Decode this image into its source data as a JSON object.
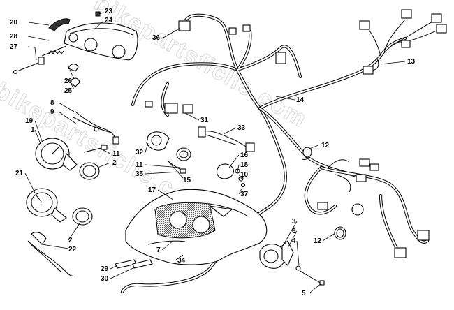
{
  "watermark": "bikepartsfiche.com",
  "callouts": [
    {
      "id": "c20",
      "text": "20"
    },
    {
      "id": "c23",
      "text": "23"
    },
    {
      "id": "c24",
      "text": "24"
    },
    {
      "id": "c28",
      "text": "28"
    },
    {
      "id": "c27",
      "text": "27"
    },
    {
      "id": "c26",
      "text": "26"
    },
    {
      "id": "c25",
      "text": "25"
    },
    {
      "id": "c36",
      "text": "36"
    },
    {
      "id": "c13",
      "text": "13"
    },
    {
      "id": "c14",
      "text": "14"
    },
    {
      "id": "c31",
      "text": "31"
    },
    {
      "id": "c33",
      "text": "33"
    },
    {
      "id": "c8",
      "text": "8"
    },
    {
      "id": "c9",
      "text": "9"
    },
    {
      "id": "c19",
      "text": "19"
    },
    {
      "id": "c1",
      "text": "1"
    },
    {
      "id": "c11a",
      "text": "11"
    },
    {
      "id": "c2a",
      "text": "2"
    },
    {
      "id": "c21",
      "text": "21"
    },
    {
      "id": "c32",
      "text": "32"
    },
    {
      "id": "c11b",
      "text": "11"
    },
    {
      "id": "c35",
      "text": "35"
    },
    {
      "id": "c15",
      "text": "15"
    },
    {
      "id": "c16",
      "text": "16"
    },
    {
      "id": "c18",
      "text": "18"
    },
    {
      "id": "c10",
      "text": "10"
    },
    {
      "id": "c37",
      "text": "37"
    },
    {
      "id": "c12a",
      "text": "12"
    },
    {
      "id": "c17",
      "text": "17"
    },
    {
      "id": "c2b",
      "text": "2"
    },
    {
      "id": "c22",
      "text": "22"
    },
    {
      "id": "c7",
      "text": "7"
    },
    {
      "id": "c29",
      "text": "29"
    },
    {
      "id": "c30",
      "text": "30"
    },
    {
      "id": "c34",
      "text": "34"
    },
    {
      "id": "c3",
      "text": "3"
    },
    {
      "id": "c6",
      "text": "6"
    },
    {
      "id": "c4",
      "text": "4"
    },
    {
      "id": "c12b",
      "text": "12"
    },
    {
      "id": "c5",
      "text": "5"
    }
  ]
}
